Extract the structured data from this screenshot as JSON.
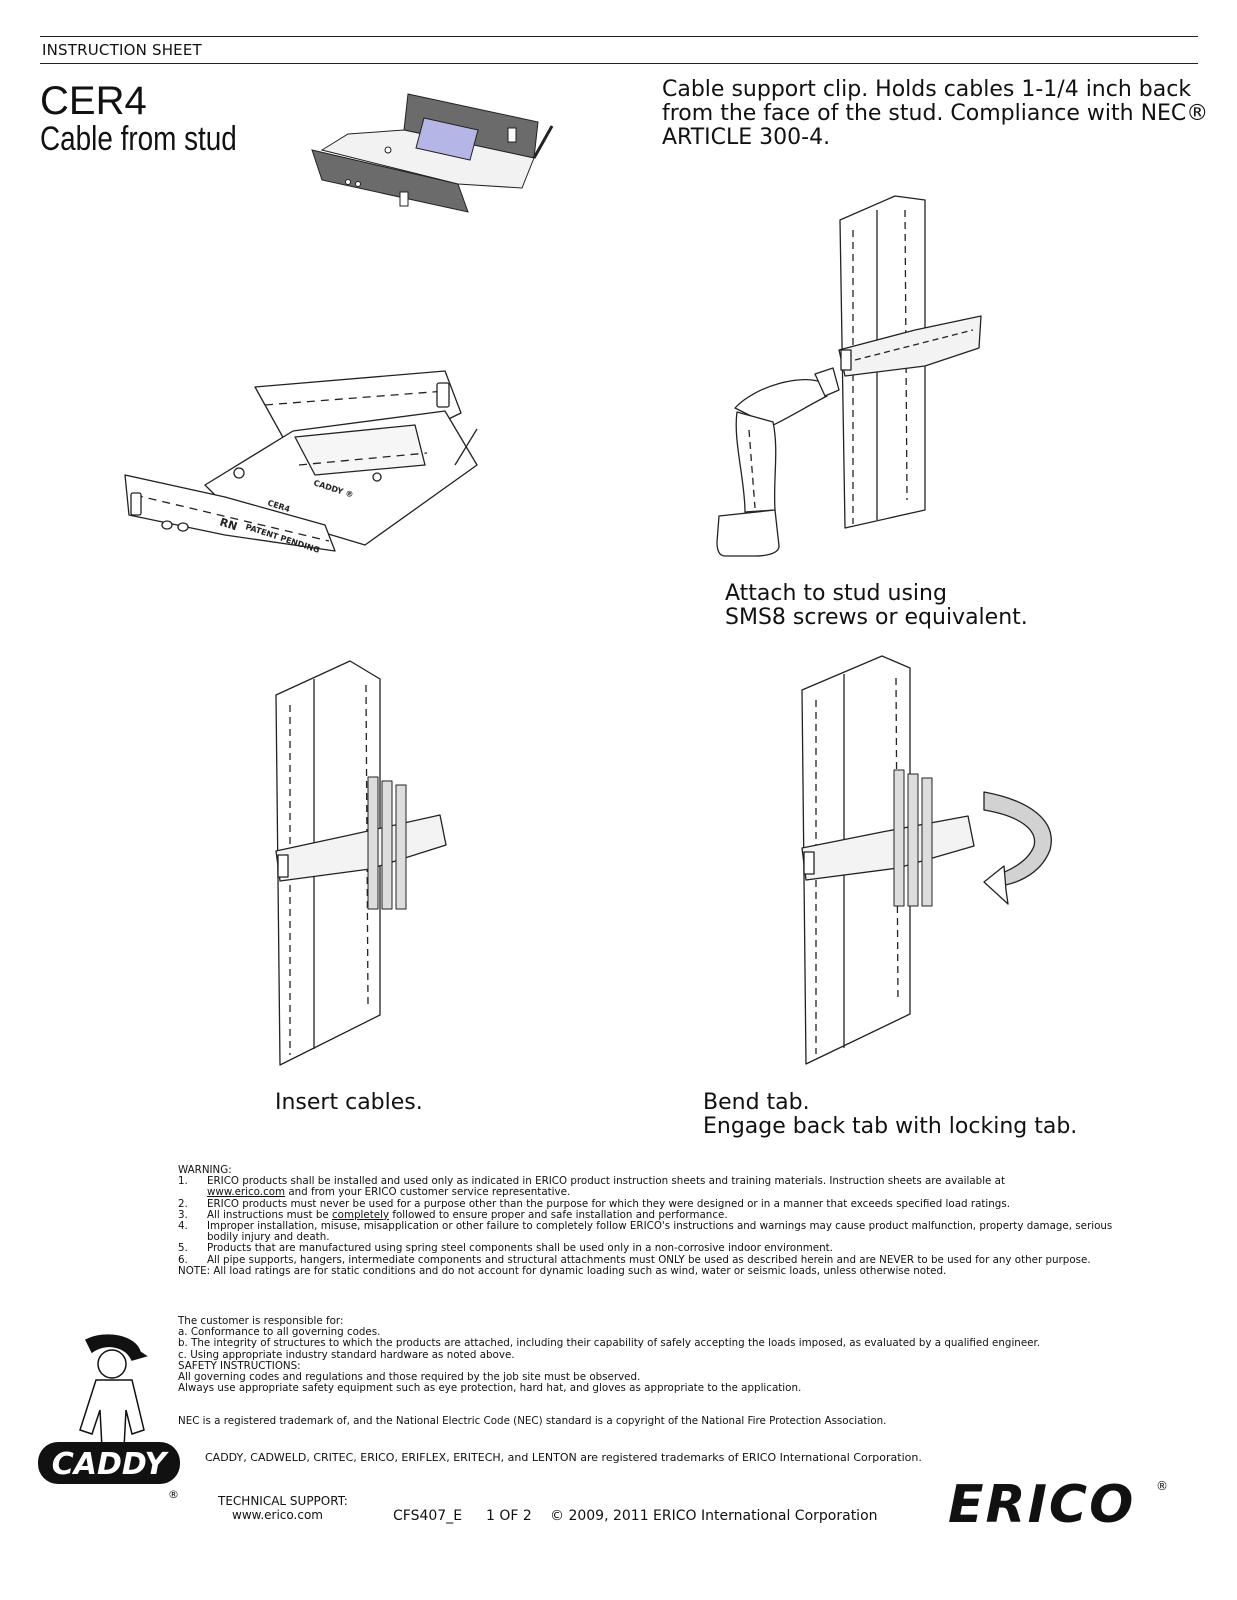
{
  "header": {
    "label": "INSTRUCTION SHEET"
  },
  "product": {
    "model": "CER4",
    "subtitle": "Cable from stud",
    "description": "Cable support clip. Holds cables 1-1/4 inch back from the face of the stud.  Compliance with NEC® ARTICLE 300-4."
  },
  "part_markings": {
    "brand": "CADDY ®",
    "model": "CER4",
    "rn": "RN",
    "patent": "PATENT PENDING"
  },
  "steps": [
    {
      "line1": "Attach to stud using",
      "line2": "SMS8 screws or equivalent."
    },
    {
      "line1": "Insert cables."
    },
    {
      "line1": "Bend tab.",
      "line2": "Engage back tab with locking tab."
    }
  ],
  "warning": {
    "heading": "WARNING:",
    "items": [
      {
        "num": "1.",
        "text_a": "ERICO products shall be installed and used only as indicated in ERICO product instruction sheets and training materials.    Instruction sheets are available at",
        "link": "www.erico.com",
        "text_b": " and from your ERICO customer service representative."
      },
      {
        "num": "2.",
        "text_a": "ERICO products must never be used for a purpose other than the purpose for which they were designed or in a manner that exceeds specified load ratings."
      },
      {
        "num": "3.",
        "text_a": "All instructions must be ",
        "emph": "completely",
        "text_b": " followed to ensure proper and safe installation and performance."
      },
      {
        "num": "4.",
        "text_a": "Improper installation, misuse, misapplication or other failure to completely follow ERICO's instructions and warnings may cause product malfunction, property damage, serious bodily injury and death."
      },
      {
        "num": "5.",
        "text_a": "Products that are manufactured using spring steel components shall be used only in a non-corrosive indoor environment."
      },
      {
        "num": "6.",
        "text_a": "All pipe supports, hangers, intermediate components and structural attachments must ONLY be used as described herein and are NEVER to be used for any other purpose."
      }
    ],
    "note": "NOTE: All load ratings are for static conditions and do not account for dynamic loading such as wind, water or seismic loads, unless otherwise noted."
  },
  "customer": {
    "heading": "The customer is responsible for:",
    "items": [
      "a. Conformance to all governing codes.",
      "b. The integrity of structures to which the products are attached, including their capability of safely accepting the loads imposed, as evaluated by a qualified engineer.",
      "c. Using appropriate industry standard hardware as noted above."
    ]
  },
  "safety": {
    "heading": "SAFETY INSTRUCTIONS:",
    "lines": [
      "All governing codes and regulations and those required by the job site must be observed.",
      "Always use appropriate safety equipment such as eye protection, hard hat, and gloves as appropriate to the application."
    ]
  },
  "nec_notice": "NEC is a registered trademark of, and the National Electric Code (NEC) standard is a copyright of the National Fire Protection Association.",
  "trademarks": "CADDY, CADWELD, CRITEC, ERICO, ERIFLEX, ERITECH, and LENTON are registered trademarks of ERICO International Corporation.",
  "footer": {
    "support_label": "TECHNICAL SUPPORT:",
    "support_url": "www.erico.com",
    "doc_code": "CFS407_E",
    "page": "1 OF 2",
    "copyright": "© 2009, 2011 ERICO International Corporation"
  },
  "logos": {
    "caddy": "CADDY",
    "erico": "ERICO",
    "registered": "®"
  }
}
